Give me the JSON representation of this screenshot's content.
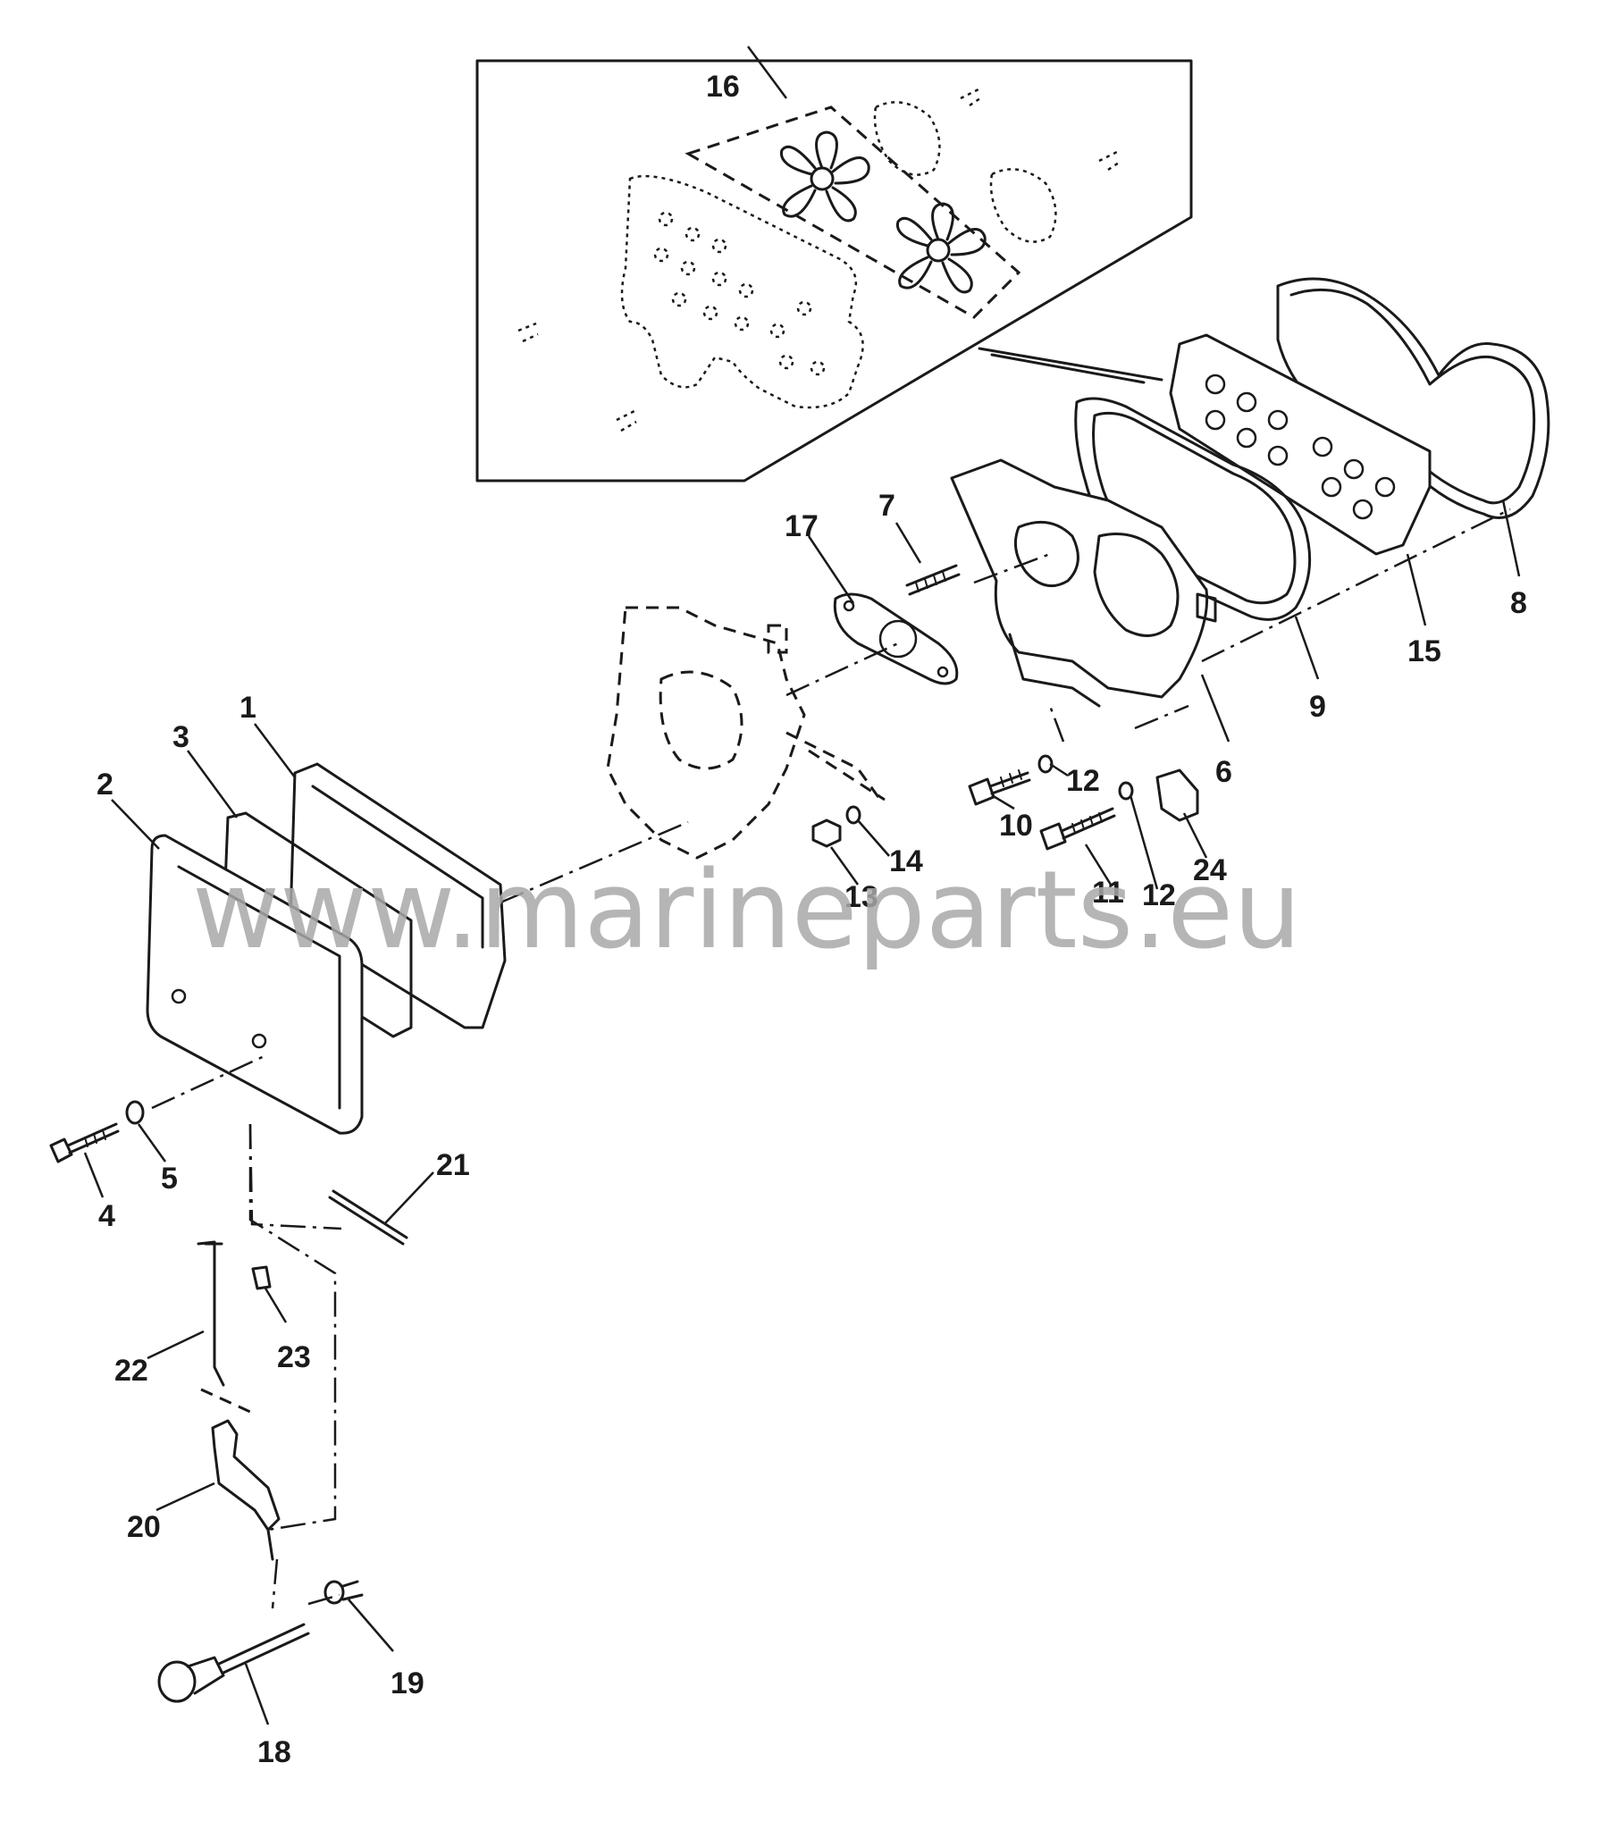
{
  "watermark": "www.marineparts.eu",
  "callouts": [
    {
      "id": "c1",
      "text": "1"
    },
    {
      "id": "c2",
      "text": "2"
    },
    {
      "id": "c3",
      "text": "3"
    },
    {
      "id": "c4",
      "text": "4"
    },
    {
      "id": "c5",
      "text": "5"
    },
    {
      "id": "c6",
      "text": "6"
    },
    {
      "id": "c7",
      "text": "7"
    },
    {
      "id": "c8",
      "text": "8"
    },
    {
      "id": "c9",
      "text": "9"
    },
    {
      "id": "c10",
      "text": "10"
    },
    {
      "id": "c11",
      "text": "11"
    },
    {
      "id": "c12a",
      "text": "12"
    },
    {
      "id": "c12b",
      "text": "12"
    },
    {
      "id": "c13",
      "text": "13"
    },
    {
      "id": "c14",
      "text": "14"
    },
    {
      "id": "c15",
      "text": "15"
    },
    {
      "id": "c16",
      "text": "16"
    },
    {
      "id": "c17",
      "text": "17"
    },
    {
      "id": "c18",
      "text": "18"
    },
    {
      "id": "c19",
      "text": "19"
    },
    {
      "id": "c20",
      "text": "20"
    },
    {
      "id": "c21",
      "text": "21"
    },
    {
      "id": "c22",
      "text": "22"
    },
    {
      "id": "c23",
      "text": "23"
    },
    {
      "id": "c24",
      "text": "24"
    }
  ]
}
